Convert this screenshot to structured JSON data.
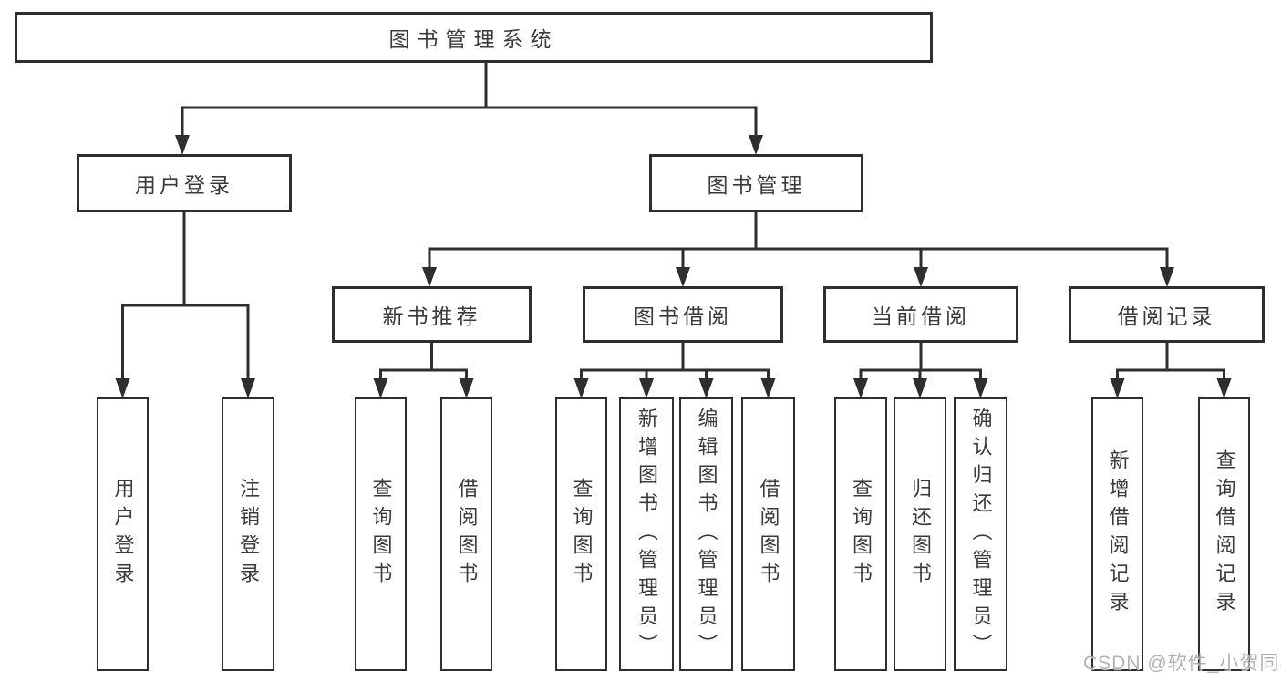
{
  "colors": {
    "background": "#ffffff",
    "line": "#2e2e2e",
    "text": "#3a3a3a",
    "watermark": "#a5a5a5"
  },
  "watermark": {
    "text": "CSDN @软件_小贺同学"
  },
  "diagram": {
    "type": "hierarchy",
    "root": {
      "label": "图书管理系统"
    },
    "branches": [
      {
        "label": "用户登录",
        "children": [
          {
            "label": "用户登录"
          },
          {
            "label": "注销登录"
          }
        ]
      },
      {
        "label": "图书管理",
        "children": [
          {
            "label": "新书推荐",
            "children": [
              {
                "label": "查询图书"
              },
              {
                "label": "借阅图书"
              }
            ]
          },
          {
            "label": "图书借阅",
            "children": [
              {
                "label": "查询图书"
              },
              {
                "label": "新增图书（管理员）"
              },
              {
                "label": "编辑图书（管理员）"
              },
              {
                "label": "借阅图书"
              }
            ]
          },
          {
            "label": "当前借阅",
            "children": [
              {
                "label": "查询图书"
              },
              {
                "label": "归还图书"
              },
              {
                "label": "确认归还（管理员）"
              }
            ]
          },
          {
            "label": "借阅记录",
            "children": [
              {
                "label": "新增借阅记录"
              },
              {
                "label": "查询借阅记录"
              }
            ]
          }
        ]
      }
    ]
  }
}
